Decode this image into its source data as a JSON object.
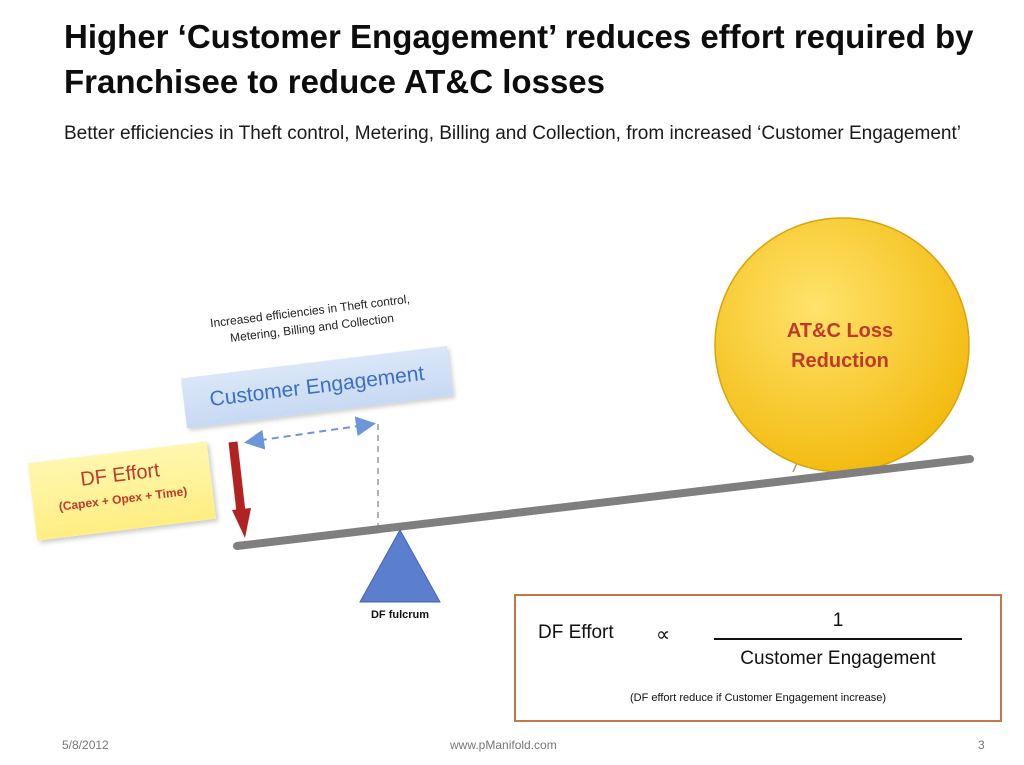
{
  "slide": {
    "title": "Higher ‘Customer Engagement’ reduces effort required by Franchisee to reduce AT&C losses",
    "subtitle": "Better efficiencies in Theft control, Metering, Billing and Collection,  from increased ‘Customer Engagement’"
  },
  "diagram": {
    "efficiency_note": "Increased efficiencies in Theft control, Metering, Billing and Collection",
    "customer_engagement_label": "Customer Engagement",
    "df_effort_label": "DF Effort",
    "df_effort_sub": "(Capex + Opex + Time)",
    "loss_reduction_label": "AT&C Loss Reduction",
    "fulcrum_label": "DF fulcrum",
    "colors": {
      "beam": "#7f7f7f",
      "fulcrum": "#5b7fce",
      "circle": "#f5c21a",
      "arrow": "#b22222",
      "dashed_arrow": "#6b96d9"
    }
  },
  "formula": {
    "lhs": "DF Effort",
    "proportional_symbol": "∝",
    "numerator": "1",
    "denominator": "Customer Engagement",
    "note": "(DF effort reduce if Customer Engagement increase)"
  },
  "footer": {
    "date": "5/8/2012",
    "site": "www.pManifold.com",
    "page": "3"
  }
}
